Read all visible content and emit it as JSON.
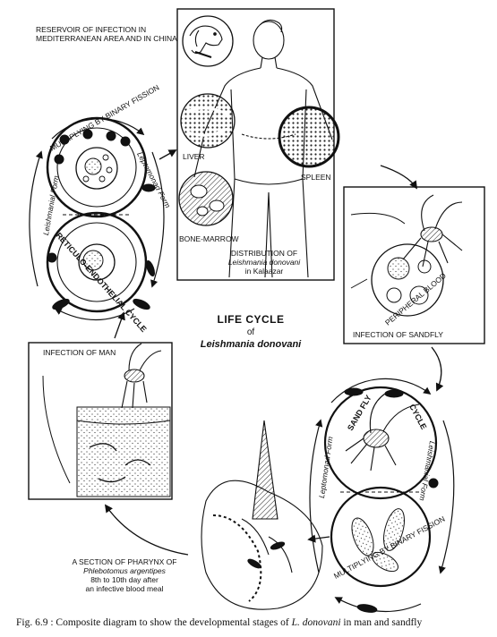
{
  "labels": {
    "reservoir_line1": "RESERVOIR OF INFECTION IN",
    "reservoir_line2": "MEDITERRANEAN AREA AND IN CHINA",
    "multiplying_top": "MULTIPLYING BY BINARY FISSION",
    "leptomonad_top": "Leptomonad Form",
    "leishmanial_top": "Leishmanial Form",
    "reticulo_cycle": "RETICULO-ENDOTHELIAL CYCLE",
    "liver": "LIVER",
    "spleen": "SPLEEN",
    "bone_marrow": "BONE-MARROW",
    "distribution_line1": "DISTRIBUTION OF",
    "distribution_line2": "Leishmania donovani",
    "distribution_line3": "in Kalaazar",
    "peripheral_blood": "PERIPHERAL BLOOD",
    "infection_sandfly": "INFECTION OF SANDFLY",
    "life_cycle_line1": "LIFE CYCLE",
    "life_cycle_line2": "of",
    "life_cycle_line3": "Leishmania donovani",
    "infection_man": "INFECTION OF MAN",
    "sandfly_cycle_a": "SAND FLY",
    "sandfly_cycle_b": "CYCLE",
    "leptomonad_bottom": "Leptomonad Form",
    "leishmanial_bottom": "Leishmanial Form",
    "multiplying_bottom": "MULTIPLYING BY BINARY FISSION",
    "pharynx_line1": "A SECTION OF PHARYNX OF",
    "pharynx_line2": "Phlebotomus argentipes",
    "pharynx_line3": "8th to 10th day after",
    "pharynx_line4": "an infective blood meal"
  },
  "caption": {
    "prefix": "Fig. 6.9 : Composite diagram to show the developmental stages of ",
    "species": "L. donovani",
    "suffix": " in man and sandfly"
  },
  "colors": {
    "ink": "#111111",
    "paper": "#ffffff"
  }
}
